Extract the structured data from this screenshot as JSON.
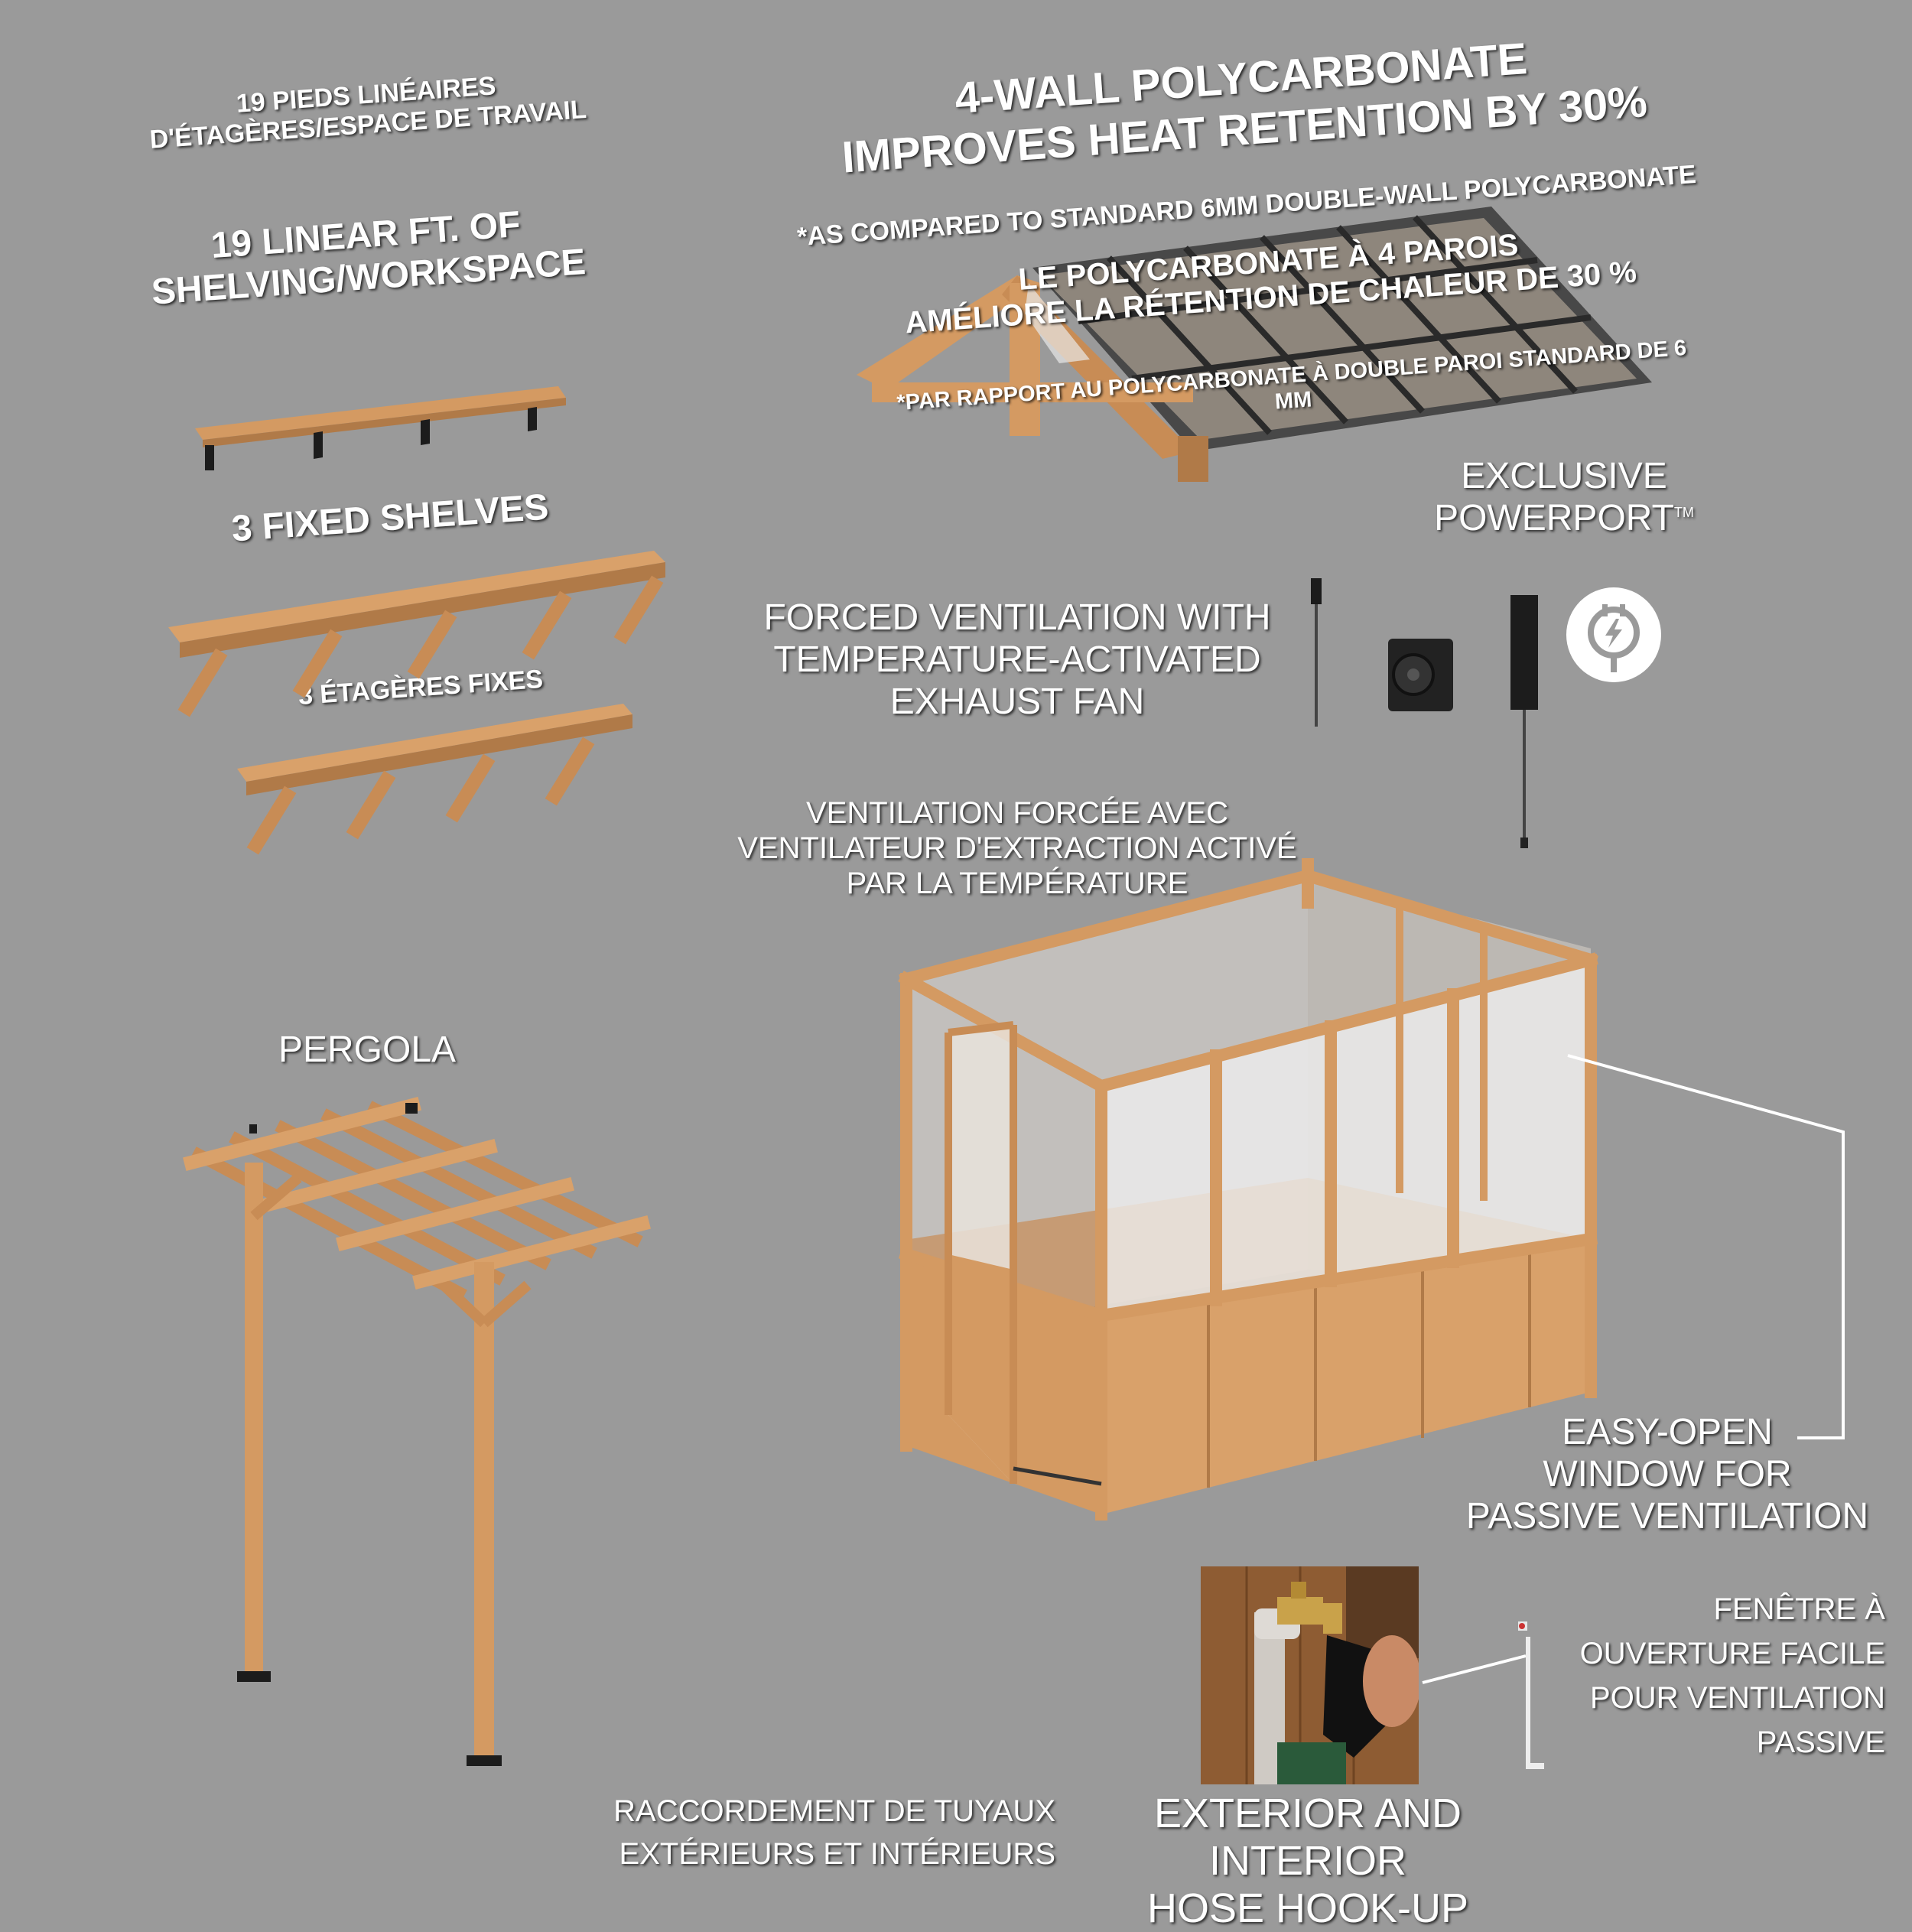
{
  "shelving": {
    "fr_lines": [
      "19 PIEDS LINÉAIRES",
      "D'ÉTAGÈRES/ESPACE DE TRAVAIL"
    ],
    "en_lines": [
      "19 LINEAR FT. OF",
      "SHELVING/WORKSPACE"
    ]
  },
  "fixed_shelves": {
    "en": "3 FIXED SHELVES",
    "fr": "3 ÉTAGÈRES FIXES"
  },
  "polycarbonate": {
    "en_lines": [
      "4-WALL POLYCARBONATE",
      "IMPROVES HEAT RETENTION BY 30%"
    ],
    "en_note": "*AS COMPARED TO STANDARD 6MM DOUBLE-WALL POLYCARBONATE",
    "fr_lines": [
      "LE POLYCARBONATE À 4 PAROIS",
      "AMÉLIORE LA RÉTENTION DE CHALEUR DE 30 %"
    ],
    "fr_note": "*PAR RAPPORT AU POLYCARBONATE À DOUBLE PAROI STANDARD DE 6 MM"
  },
  "powerport": {
    "lines": [
      "EXCLUSIVE",
      "POWERPORT"
    ],
    "tm": "TM",
    "icon": "plug-lightning-icon"
  },
  "ventilation": {
    "en_lines": [
      "FORCED VENTILATION WITH",
      "TEMPERATURE-ACTIVATED",
      "EXHAUST FAN"
    ],
    "fr_lines": [
      "VENTILATION FORCÉE AVEC",
      "VENTILATEUR D'EXTRACTION ACTIVÉ",
      "PAR LA TEMPÉRATURE"
    ]
  },
  "pergola": {
    "label": "PERGOLA"
  },
  "window": {
    "en_lines": [
      "EASY-OPEN",
      "WINDOW FOR",
      "PASSIVE VENTILATION"
    ],
    "fr_lines": [
      "FENÊTRE À",
      "OUVERTURE FACILE",
      "POUR VENTILATION",
      "PASSIVE"
    ]
  },
  "hose": {
    "en_lines": [
      "EXTERIOR AND INTERIOR",
      "HOSE HOOK-UP"
    ],
    "fr_lines": [
      "RACCORDEMENT DE TUYAUX",
      "EXTÉRIEURS ET INTÉRIEURS"
    ]
  },
  "colors": {
    "background": "#9a9a9a",
    "wood": "#d49a62",
    "wood_dark": "#b07a48",
    "bracket": "#1c1c1c",
    "panel": "#e8e8e8"
  }
}
